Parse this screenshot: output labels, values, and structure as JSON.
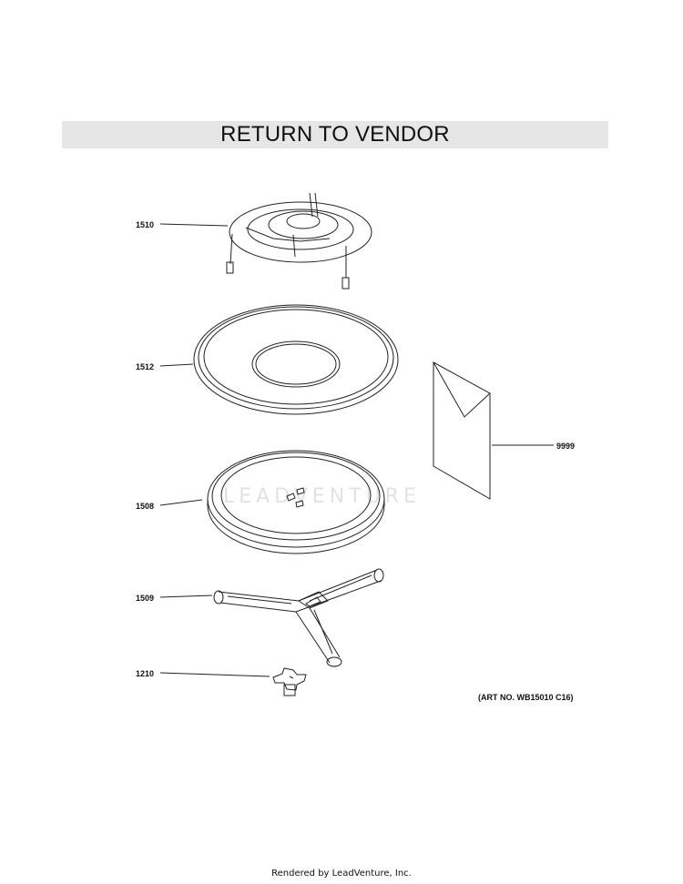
{
  "header": {
    "title": "RETURN TO VENDOR"
  },
  "parts": [
    {
      "callout": "1510",
      "icon": "rack-icon"
    },
    {
      "callout": "1512",
      "icon": "tray-icon"
    },
    {
      "callout": "1508",
      "icon": "turntable-plate-icon"
    },
    {
      "callout": "1509",
      "icon": "roller-support-icon"
    },
    {
      "callout": "1210",
      "icon": "coupler-icon"
    },
    {
      "callout": "9999",
      "icon": "manual-icon"
    }
  ],
  "art_number": "(ART NO. WB15010 C16)",
  "watermark": "LEADVENTURE",
  "footer": "Rendered by LeadVenture, Inc."
}
